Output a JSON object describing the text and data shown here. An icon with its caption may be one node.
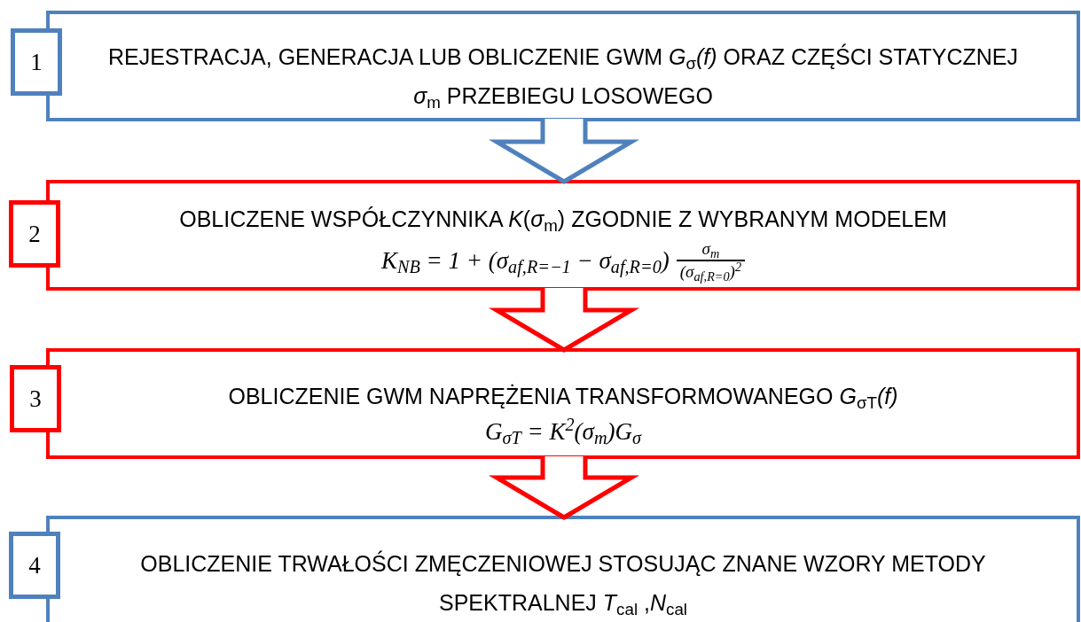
{
  "diagram": {
    "nodes": [
      {
        "text": [
          "REJESTRACJA, GENERACJA LUB OBLICZENIE GWM *G*$_{σ}$*(f)* ORAZ CZĘŚCI STATYCZNEJ *σ*$_{m}$ PRZEBIEGU LOSOWEGO"
        ]
      },
      {
        "text": [
          "1"
        ]
      },
      {
        "text": [
          "OBLICZENE WSPÓŁCZYNNIKA *K*(*σ*$_{m}$) ZGODNIE Z WYBRANYM MODELEM",
          "K$_{NB}$ = 1 + (σ$_{af,R=−1}$ − σ$_{af,R=0}$)",
          "σ$_{m}$",
          "(σ$_{af,R=0}$)$^{2}$"
        ]
      },
      {
        "text": [
          "2"
        ]
      },
      {
        "text": [
          "OBLICZENIE GWM NAPRĘŻENIA TRANSFORMOWANEGO *G*$_{σT}$*(f)*",
          "G$_{σT}$ = K$^{2}$(σ$_{m}$)G$_{σ}$"
        ]
      },
      {
        "text": [
          "3"
        ]
      },
      {
        "text": [
          "OBLICZENIE TRWAŁOŚCI ZMĘCZENIOWEJ STOSUJĄC ZNANE WZORY METODY SPEKTRALNEJ *T*$_{cal}$ ,*N*$_{cal}$"
        ]
      },
      {
        "text": [
          "4"
        ]
      }
    ],
    "edges": [
      {
        "from": 0,
        "to": 2,
        "arrow": "to",
        "color": "#4f81bd"
      },
      {
        "from": 2,
        "to": 4,
        "arrow": "to"
      },
      {
        "from": 4,
        "to": 6,
        "arrow": "to"
      }
    ]
  }
}
